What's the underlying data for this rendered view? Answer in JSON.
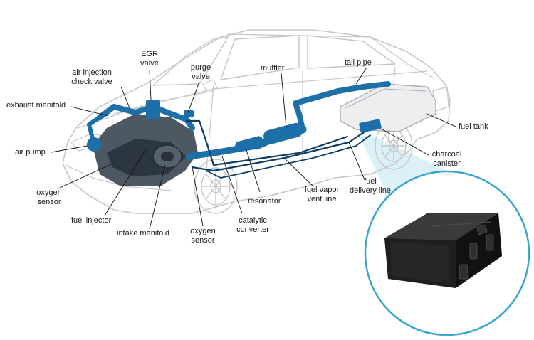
{
  "colors": {
    "car_outline": "#c4c6c9",
    "car_fill": "#ffffff",
    "engine": "#3f4a55",
    "pipe": "#1d6fa8",
    "pipe_dark": "#0d3f66",
    "leader": "#111111",
    "halo": "#bfe3f2",
    "halo_ring": "#3aa5d0",
    "canister": "#1f1f1f"
  },
  "labels": {
    "egr_valve": [
      "EGR",
      "valve"
    ],
    "air_injection_check_valve": [
      "air injection",
      "check valve"
    ],
    "purge_valve": [
      "purge",
      "valve"
    ],
    "muffler": "muffler",
    "tail_pipe": "tail pipe",
    "exhaust_manifold": "exhaust manifold",
    "fuel_tank": "fuel tank",
    "air_pump": "air pump",
    "charcoal_canister": [
      "charcoal",
      "canister"
    ],
    "fuel_delivery_line": [
      "fuel",
      "delivery line"
    ],
    "oxygen_sensor_left": [
      "oxygen",
      "sensor"
    ],
    "fuel_vapor_vent_line": [
      "fuel vapor",
      "vent line"
    ],
    "resonator": "resonator",
    "fuel_injector": "fuel injector",
    "catalytic_converter": [
      "catalytic",
      "converter"
    ],
    "intake_manifold": "intake manifold",
    "oxygen_sensor_bottom": [
      "oxygen",
      "sensor"
    ]
  }
}
